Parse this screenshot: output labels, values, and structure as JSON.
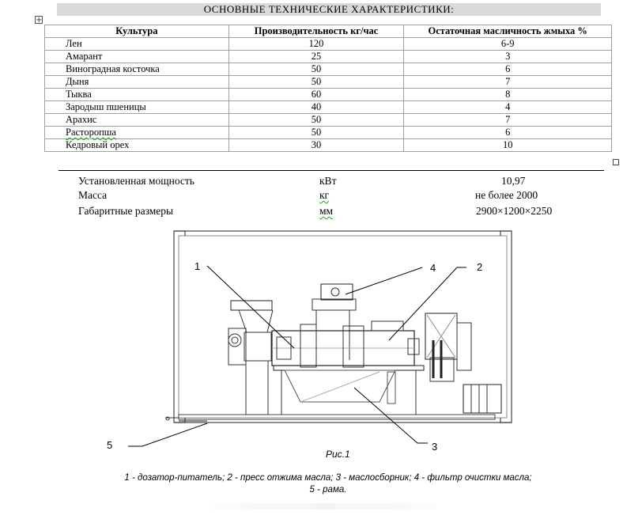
{
  "title": "ОСНОВНЫЕ ТЕХНИЧЕСКИЕ ХАРАКТЕРИСТИКИ:",
  "table": {
    "headers": [
      "Культура",
      "Производительность кг/час",
      "Остаточная масличность жмыха %"
    ],
    "rows": [
      [
        "Лен",
        "120",
        "6-9"
      ],
      [
        "Амарант",
        "25",
        "3"
      ],
      [
        "Виноградная косточка",
        "50",
        "6"
      ],
      [
        "Дыня",
        "50",
        "7"
      ],
      [
        "Тыква",
        "60",
        "8"
      ],
      [
        "Зародыш пшеницы",
        "40",
        "4"
      ],
      [
        "Арахис",
        "50",
        "7"
      ],
      [
        "Расторопша",
        "50",
        "6"
      ],
      [
        "Кедровый орех",
        "30",
        "10"
      ]
    ]
  },
  "params": [
    {
      "name": "Установленная  мощность",
      "unit": "кВт",
      "value": "10,97"
    },
    {
      "name": "Масса",
      "unit": "кг",
      "value": "не  более 2000"
    },
    {
      "name": "Габаритные  размеры",
      "unit": "мм",
      "value": "2900×1200×2250"
    }
  ],
  "figure": {
    "callouts": [
      "1",
      "2",
      "3",
      "4",
      "5"
    ],
    "caption": "Рис.1",
    "legend_line1": "1  - дозатор-питатель;  2 - пресс  отжима  масла;  3  -  маслосборник;  4  - фильтр  очистки  масла;",
    "legend_line2": "5  - рама."
  }
}
